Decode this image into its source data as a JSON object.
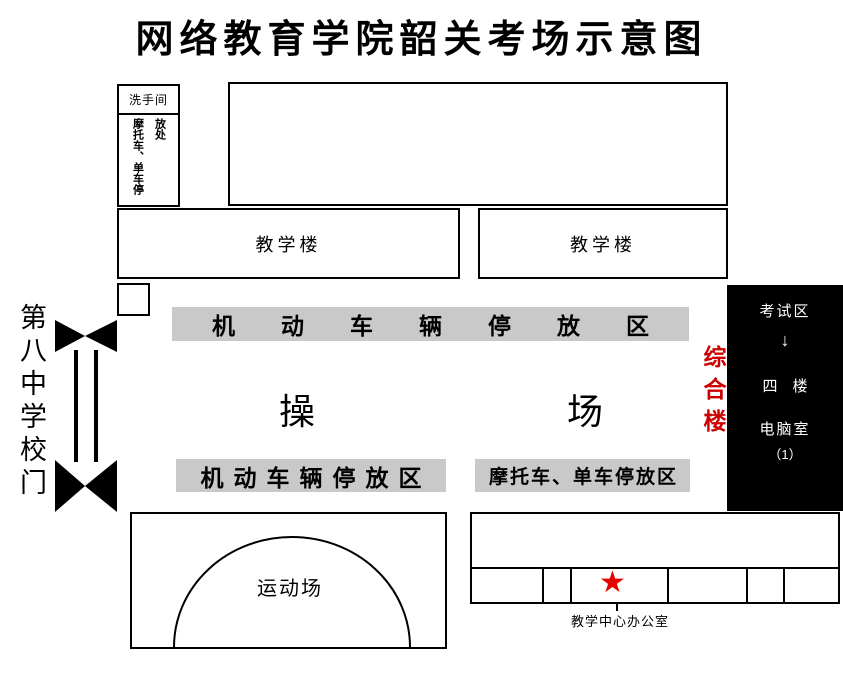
{
  "title": "网络教育学院韶关考场示意图",
  "top_area": {
    "restroom": "洗手间",
    "moto_bike_parking": "摩托车、单车停放处"
  },
  "buildings": {
    "teaching_left": "教学楼",
    "teaching_right": "教学楼",
    "complex_vertical": "综合楼"
  },
  "parking": {
    "motor_top": "机动车辆停放区",
    "motor_bottom": "机动车辆停放区",
    "moto_bike_bottom": "摩托车、单车停放区"
  },
  "playground": {
    "char_left": "操",
    "char_right": "场"
  },
  "gate": {
    "label": "第八中学校门"
  },
  "exam_block": {
    "line1": "考试区",
    "arrow": "↓",
    "line2": "四　楼",
    "line3": "电脑室",
    "line4": "（1）"
  },
  "sports_field": {
    "label": "运动场"
  },
  "office": {
    "label": "教学中心办公室",
    "star": "★"
  },
  "colors": {
    "red_accent": "#cc0000",
    "star_red": "#e60000",
    "gray_bar": "#c9c9c9"
  }
}
